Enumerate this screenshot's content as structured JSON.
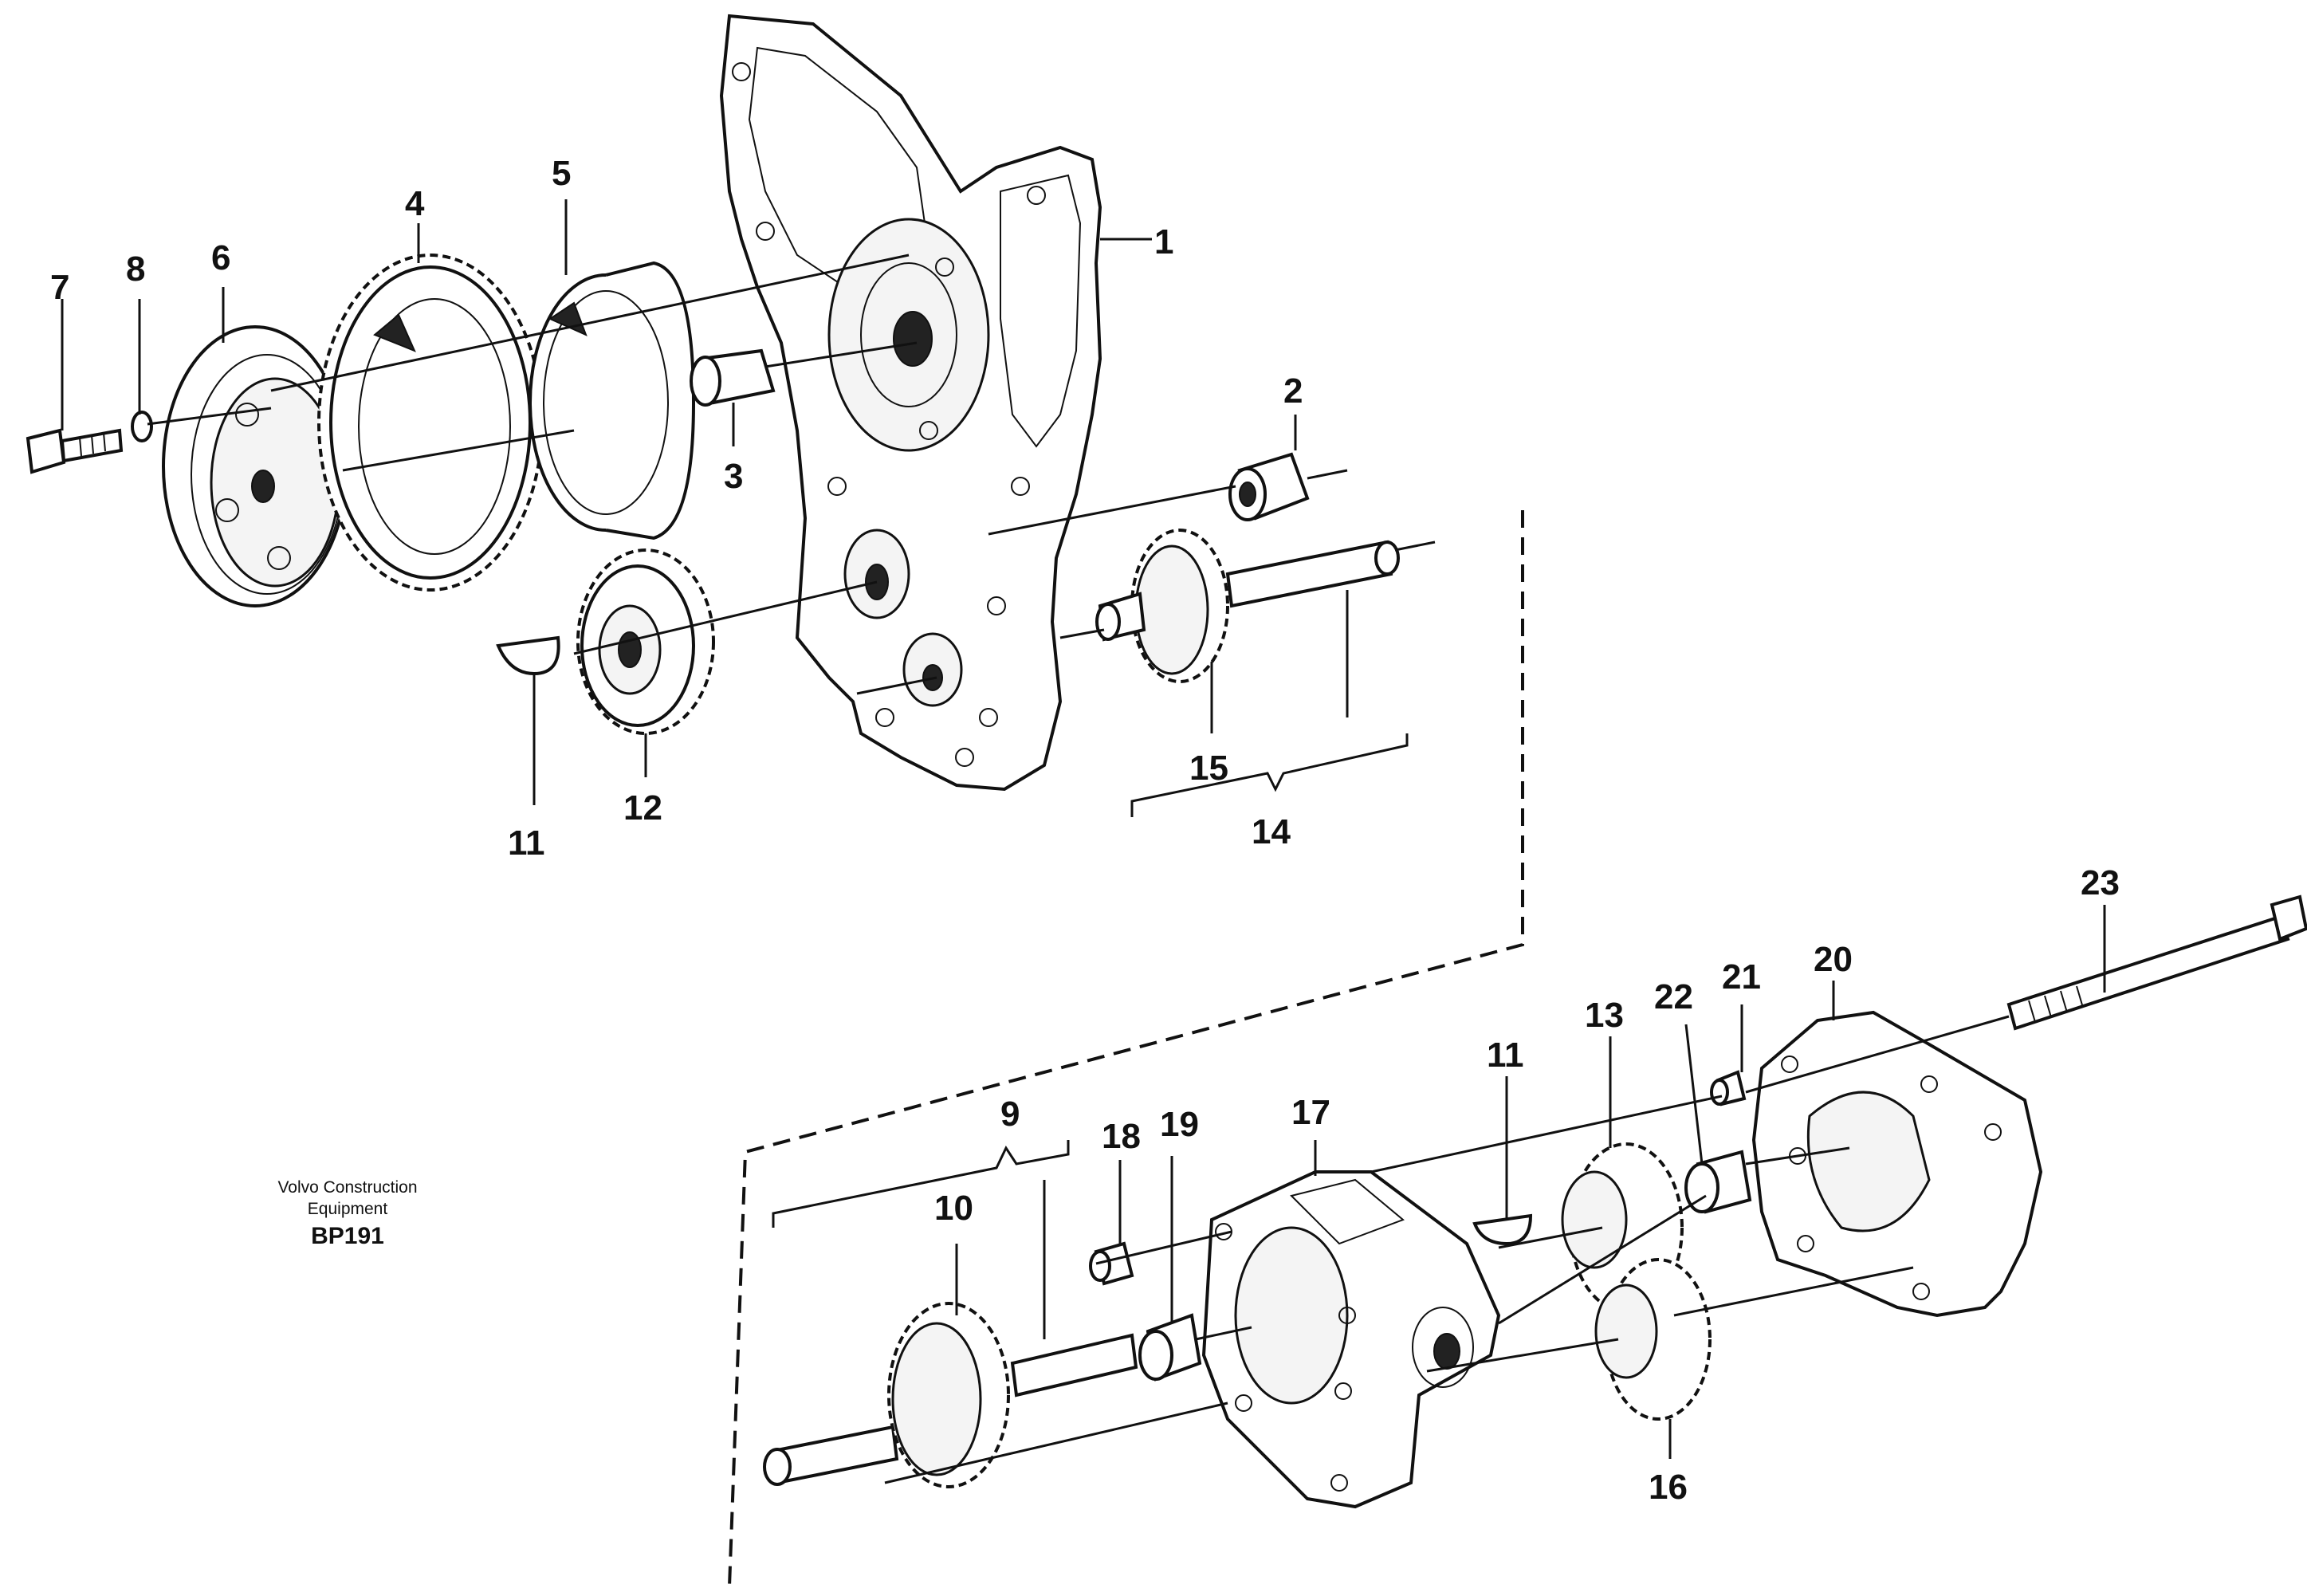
{
  "stamp": {
    "line1": "Volvo Construction",
    "line2": "Equipment",
    "code": "BP191"
  },
  "callouts": {
    "c1": "1",
    "c2": "2",
    "c3": "3",
    "c4": "4",
    "c5": "5",
    "c6": "6",
    "c7": "7",
    "c8": "8",
    "c9": "9",
    "c10": "10",
    "c11a": "11",
    "c11b": "11",
    "c12": "12",
    "c13": "13",
    "c14": "14",
    "c15": "15",
    "c16": "16",
    "c17": "17",
    "c18": "18",
    "c19": "19",
    "c20": "20",
    "c21": "21",
    "c22": "22",
    "c23": "23"
  }
}
